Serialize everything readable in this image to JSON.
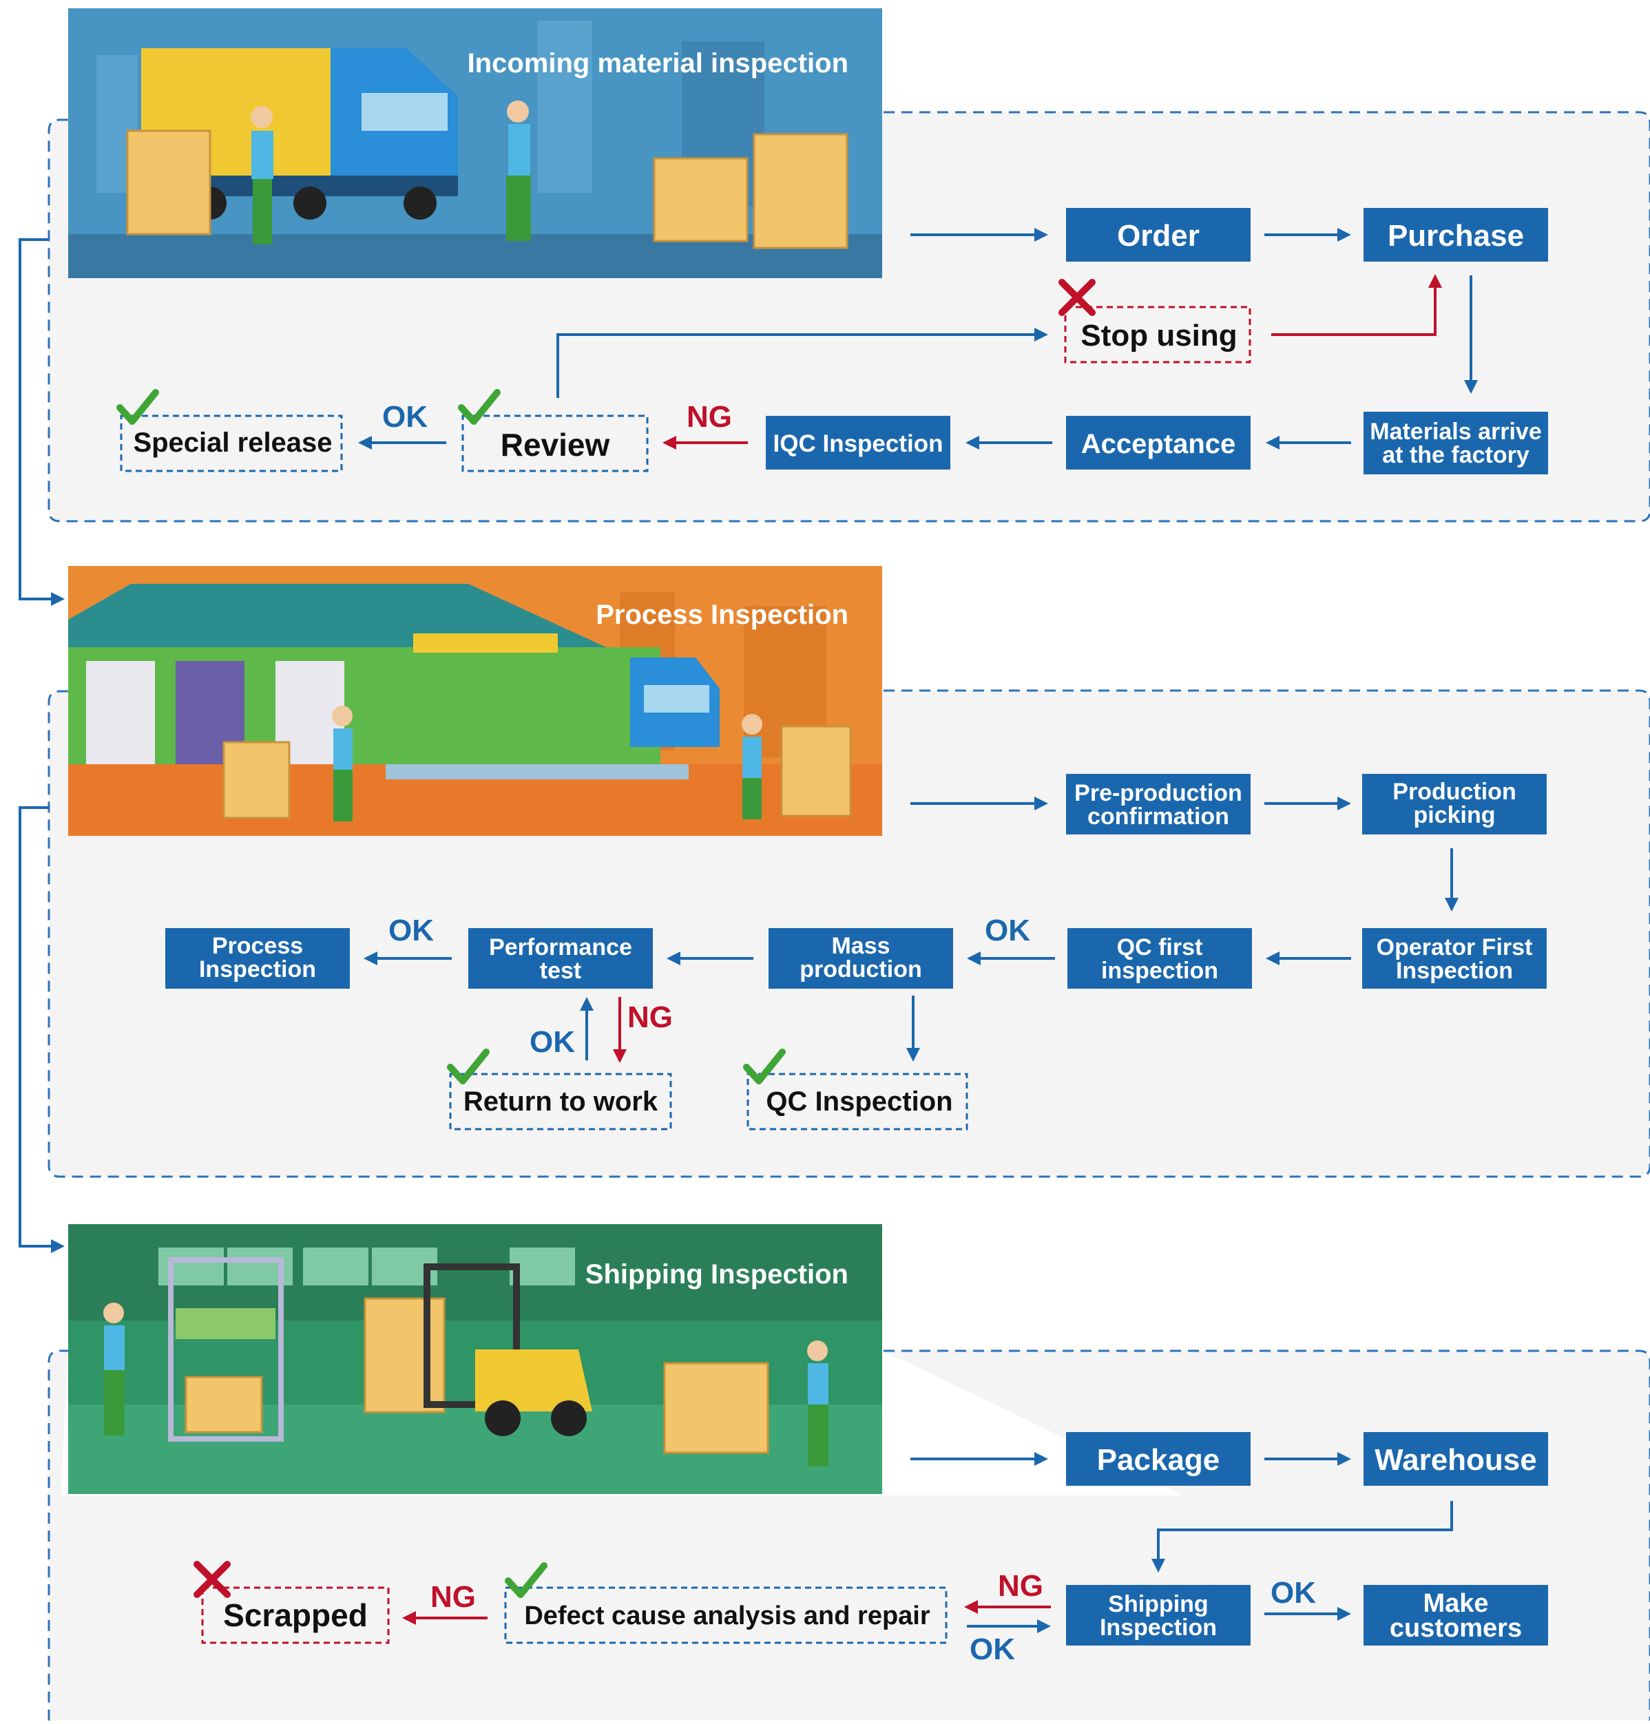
{
  "sections": {
    "incoming": {
      "title": "Incoming material inspection",
      "order": "Order",
      "purchase": "Purchase",
      "stop_using": "Stop using",
      "materials_arrive": [
        "Materials arrive",
        "at the factory"
      ],
      "acceptance": "Acceptance",
      "iqc": "IQC Inspection",
      "review": "Review",
      "special_release": "Special release",
      "ng": "NG",
      "ok": "OK"
    },
    "process": {
      "title": "Process Inspection",
      "pre_production": [
        "Pre-production",
        "confirmation"
      ],
      "production_picking": [
        "Production",
        "picking"
      ],
      "operator_first": [
        "Operator First",
        "Inspection"
      ],
      "qc_first": [
        "QC first",
        "inspection"
      ],
      "mass_production": [
        "Mass",
        "production"
      ],
      "performance_test": [
        "Performance",
        "test"
      ],
      "process_inspection": [
        "Process",
        "Inspection"
      ],
      "return_to_work": "Return to work",
      "qc_inspection": "QC Inspection",
      "ok_1": "OK",
      "ok_2": "OK",
      "ok_3": "OK",
      "ng": "NG"
    },
    "shipping": {
      "title": "Shipping Inspection",
      "package": "Package",
      "warehouse": "Warehouse",
      "shipping_inspection": [
        "Shipping",
        "Inspection"
      ],
      "make_customers": [
        "Make",
        "customers"
      ],
      "defect_analysis": "Defect cause analysis and repair",
      "scrapped": "Scrapped",
      "ng_1": "NG",
      "ng_2": "NG",
      "ok_1": "OK",
      "ok_2": "OK"
    }
  },
  "colors": {
    "box_blue": "#1b67ad",
    "ng_red": "#c0102a",
    "check_green": "#3fa535",
    "incoming_banner": "#4f9cc8",
    "process_banner": "#ea8a33",
    "shipping_banner": "#2f9466"
  },
  "icons": [
    "check-icon",
    "cross-icon",
    "truck-icon",
    "warehouse-icon",
    "forklift-icon"
  ]
}
